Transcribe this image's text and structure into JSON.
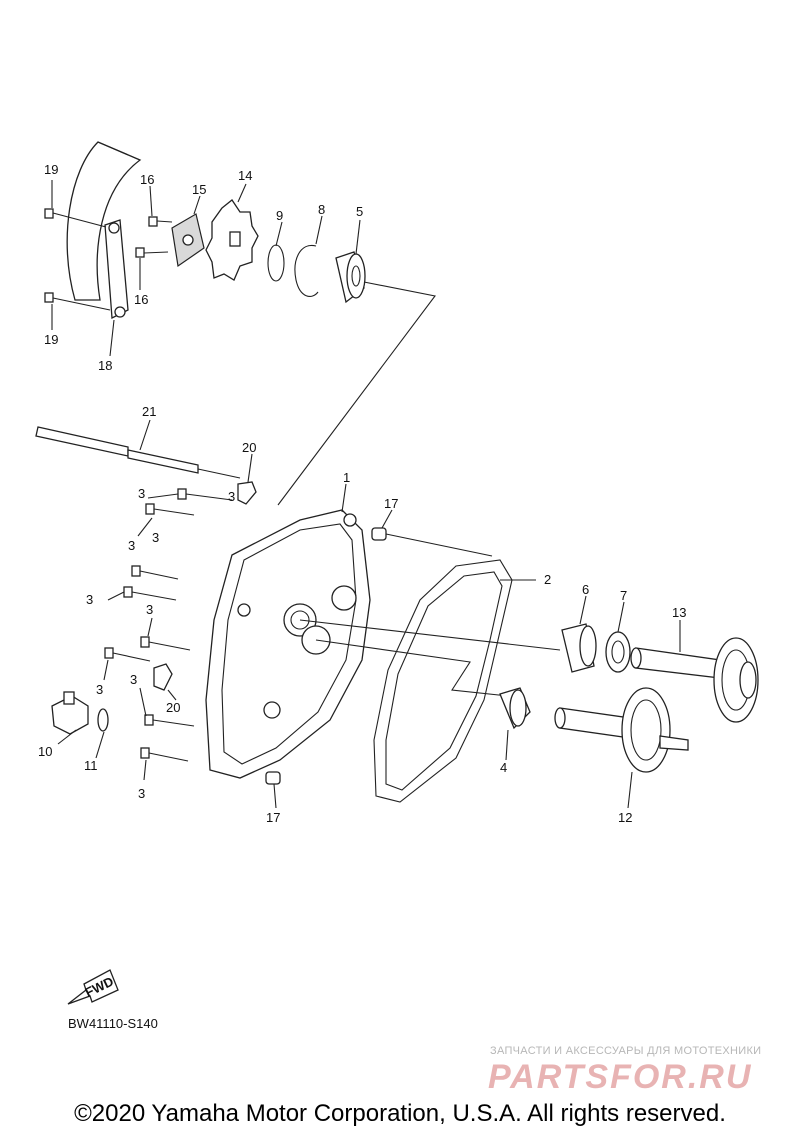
{
  "diagram_code": "BW41110-S140",
  "fwd_label": "FWD",
  "watermark": {
    "tagline": "ЗАПЧАСТИ И АКСЕССУАРЫ ДЛЯ МОТОТЕХНИКИ",
    "brand": "PARTSFOR.RU"
  },
  "copyright": "©2020 Yamaha Motor Corporation, U.S.A. All rights reserved.",
  "callouts": [
    "1",
    "2",
    "3",
    "3",
    "3",
    "3",
    "3",
    "3",
    "3",
    "3",
    "3",
    "4",
    "5",
    "6",
    "7",
    "8",
    "9",
    "10",
    "11",
    "12",
    "13",
    "14",
    "15",
    "16",
    "16",
    "17",
    "17",
    "18",
    "19",
    "19",
    "20",
    "20",
    "21"
  ]
}
